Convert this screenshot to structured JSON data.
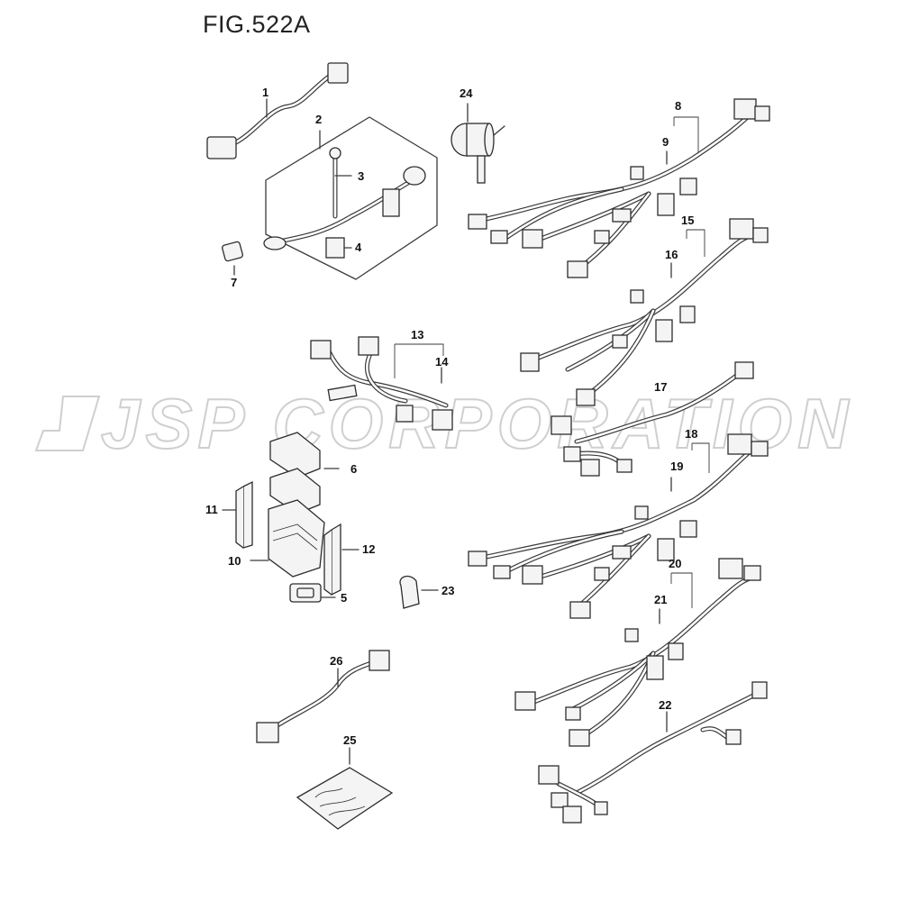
{
  "figure": {
    "title": "FIG.522A"
  },
  "watermark": {
    "text": "JSP CORPORATION"
  },
  "part_labels": [
    "1",
    "2",
    "3",
    "4",
    "5",
    "6",
    "7",
    "8",
    "9",
    "10",
    "11",
    "12",
    "13",
    "14",
    "15",
    "16",
    "17",
    "18",
    "19",
    "20",
    "21",
    "22",
    "23",
    "24",
    "25",
    "26"
  ],
  "colors": {
    "line": "#3a3a3a",
    "watermark": "#cfcfcf",
    "background": "#ffffff"
  }
}
